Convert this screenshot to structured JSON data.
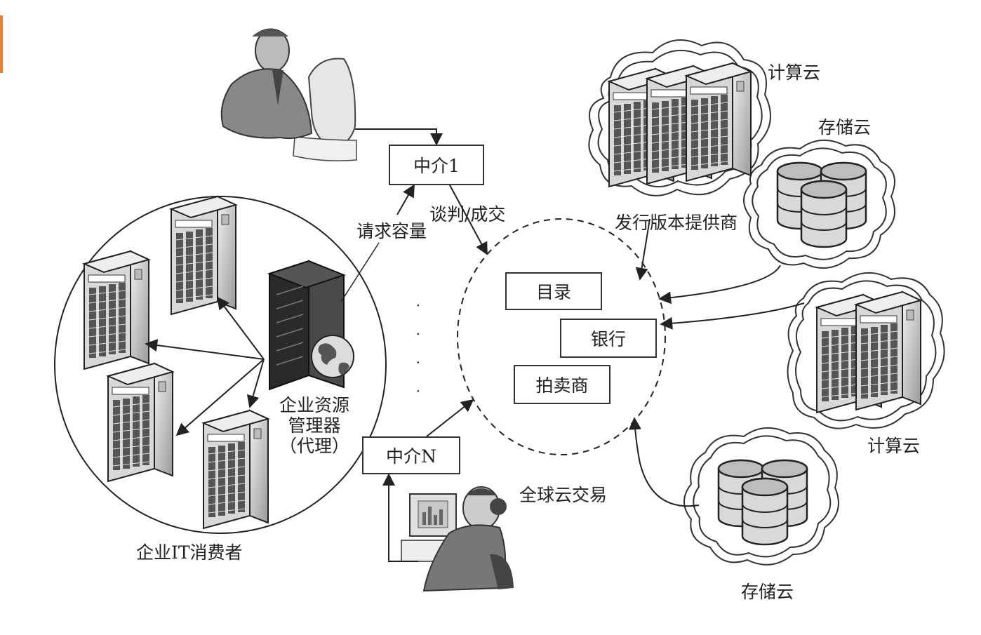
{
  "accent": "#f07a2a",
  "labels": {
    "broker1": "中介1",
    "brokerN": "中介N",
    "request_capacity": "请求容量",
    "negotiate": "谈判/成交",
    "release_provider": "发行版本提供商",
    "compute_cloud_top": "计算云",
    "storage_cloud_top": "存储云",
    "compute_cloud_mid": "计算云",
    "storage_cloud_bottom": "存储云",
    "directory": "目录",
    "bank": "银行",
    "auctioneer": "拍卖商",
    "global_exchange": "全球云交易",
    "erm_line1": "企业资源",
    "erm_line2": "管理器",
    "erm_line3": "（代理）",
    "enterprise_consumer": "企业IT消费者",
    "ellipsis": "· · · ·"
  },
  "icons": {
    "user_top": "man-at-computer-icon",
    "user_bottom": "woman-at-computer-icon",
    "server": "server-rack-icon",
    "database": "database-cylinder-icon",
    "globe": "globe-icon",
    "cloud": "cloud-icon"
  }
}
